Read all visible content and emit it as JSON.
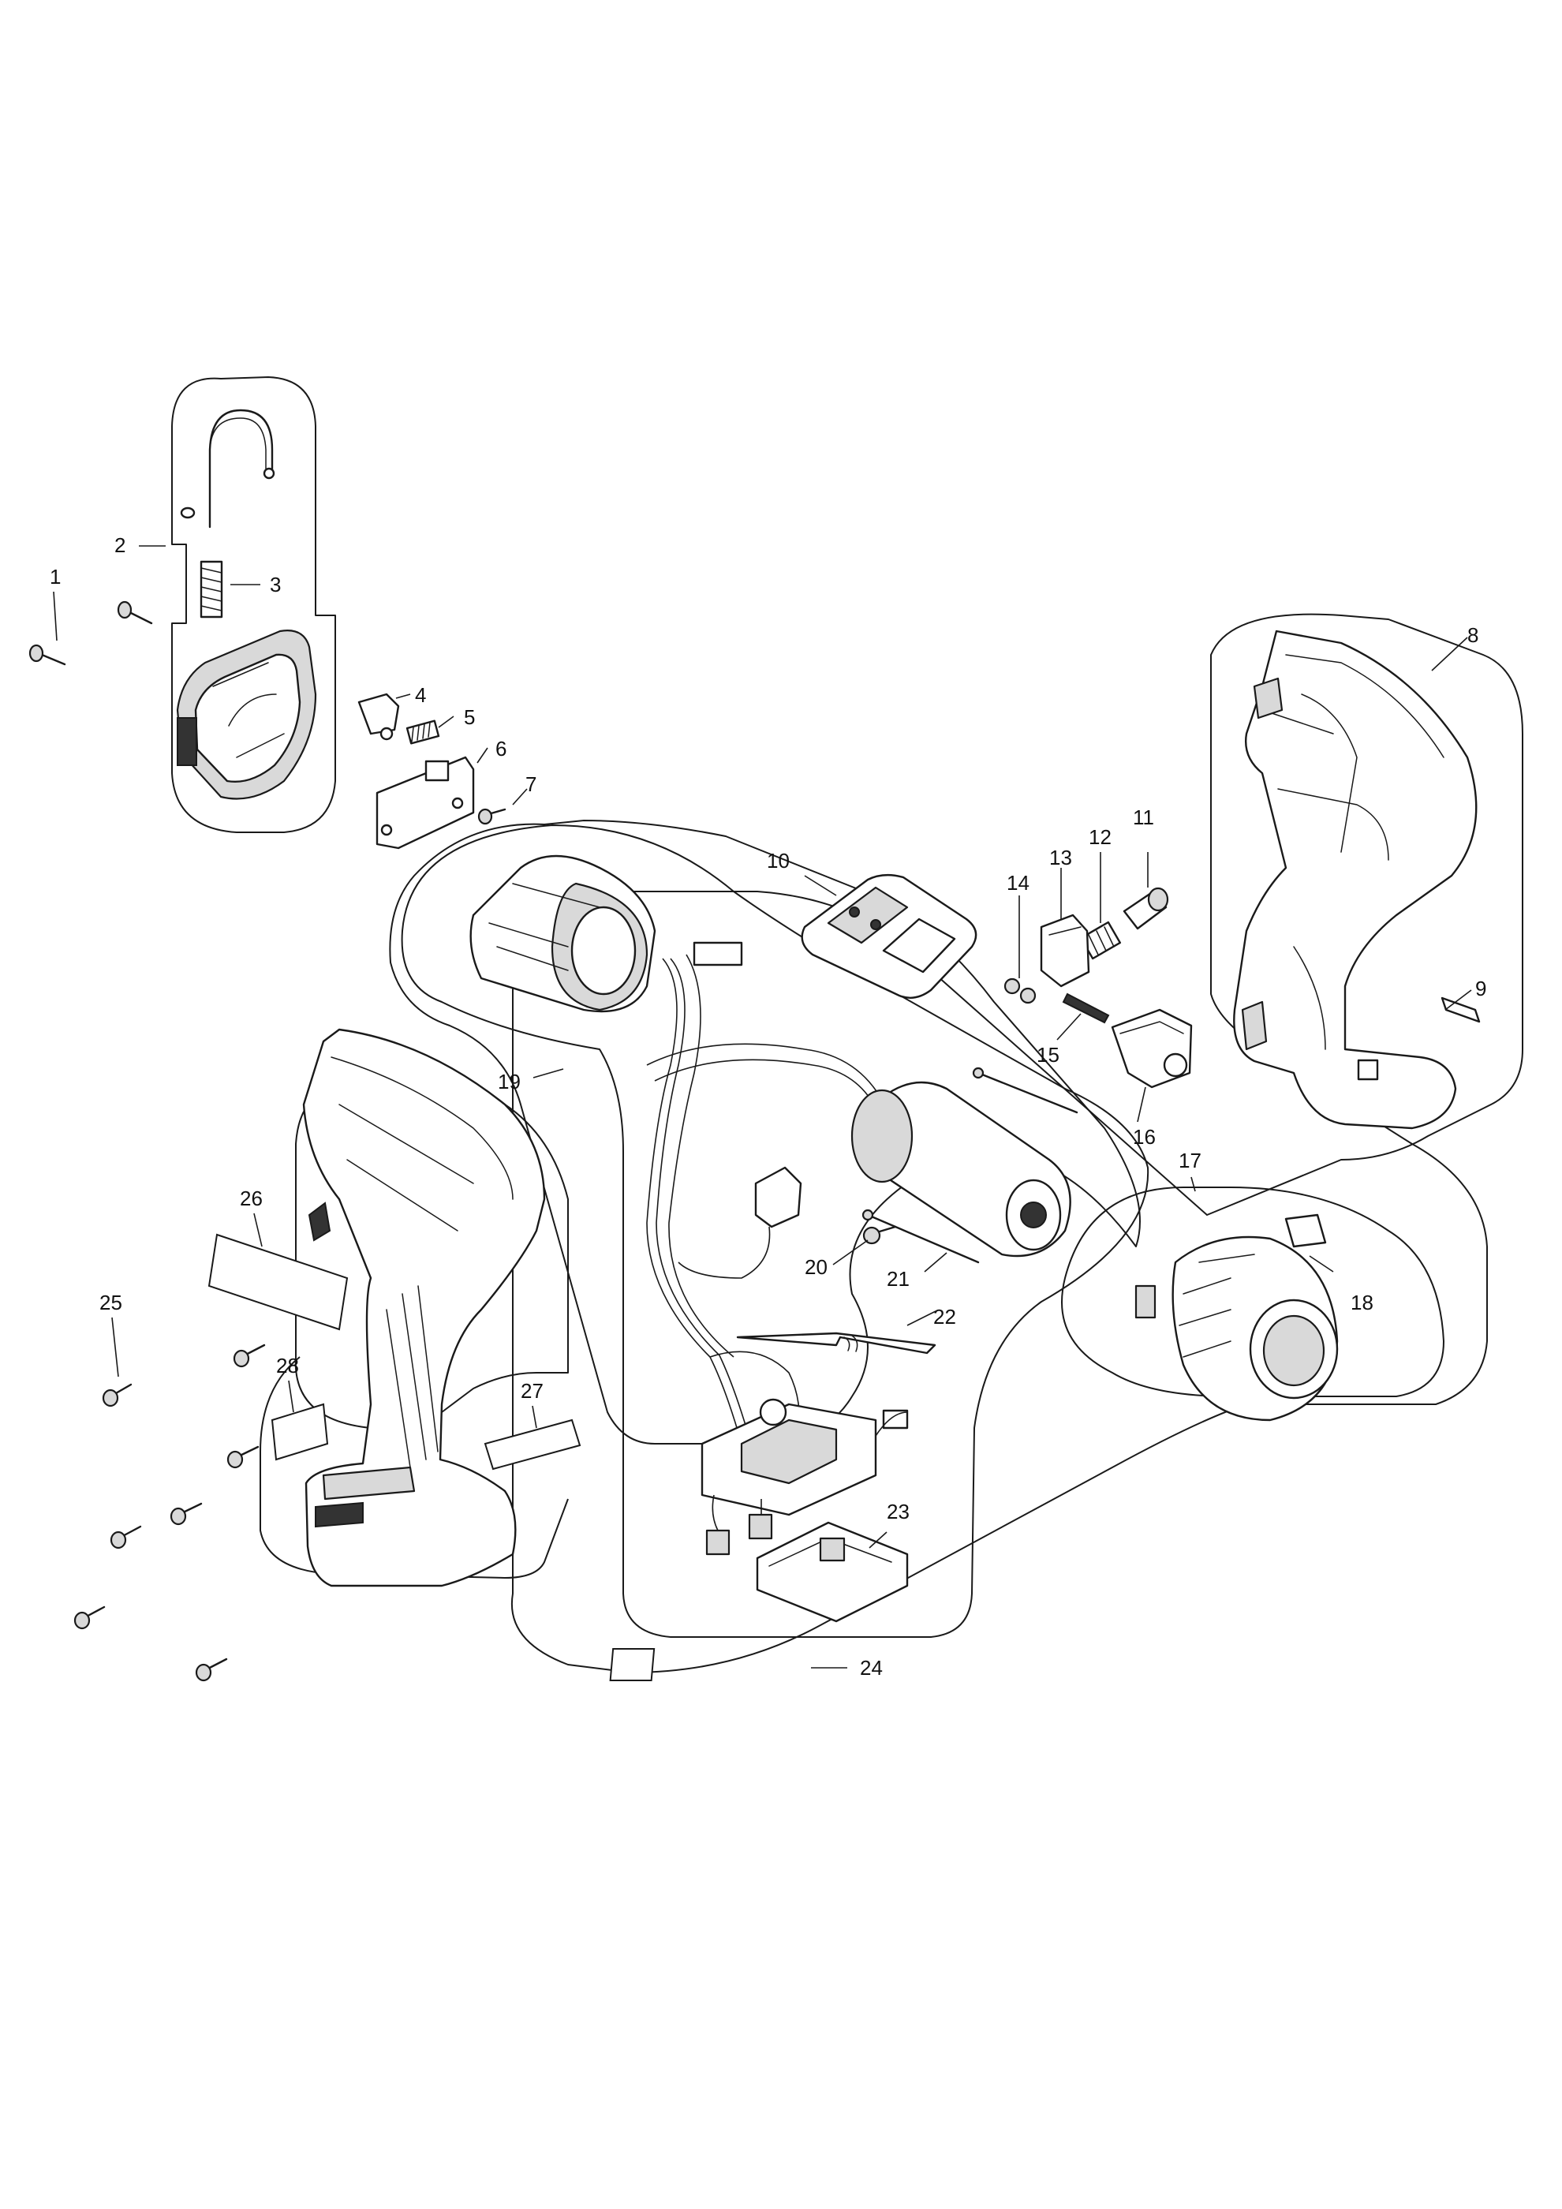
{
  "labels": {
    "p1": "1",
    "p2": "2",
    "p3": "3",
    "p4": "4",
    "p5": "5",
    "p6": "6",
    "p7": "7",
    "p8": "8",
    "p9": "9",
    "p10": "10",
    "p11": "11",
    "p12": "12",
    "p13": "13",
    "p14": "14",
    "p15": "15",
    "p16": "16",
    "p17": "17",
    "p18": "18",
    "p19": "19",
    "p20": "20",
    "p21": "21",
    "p22": "22",
    "p23": "23",
    "p24": "24",
    "p25": "25",
    "p26": "26",
    "p27": "27",
    "p28": "28"
  },
  "colors": {
    "line": "#1a1a1a",
    "fill_light": "#d9d9d9",
    "fill_dark": "#333333",
    "background": "#ffffff"
  }
}
